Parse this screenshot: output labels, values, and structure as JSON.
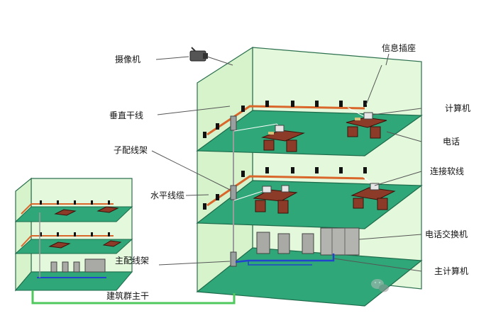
{
  "labels": {
    "camera": "摄像机",
    "info_outlet": "信息插座",
    "vertical_trunk": "垂直干线",
    "computer": "计算机",
    "sub_distribution_frame": "子配线架",
    "telephone": "电话",
    "horizontal_cable": "水平线缆",
    "patch_cord": "连接软线",
    "main_distribution_frame": "主配线架",
    "telephone_switch": "电话交换机",
    "main_computer": "主计算机",
    "campus_backbone": "建筑群主干"
  },
  "colors": {
    "floor_green": "#2fa779",
    "wall_green": "#dff8d6",
    "wall_edge": "#2b6f4e",
    "desk_brown": "#8c3b28",
    "cable_orange": "#d9662a",
    "cable_blue": "#2244cc",
    "backbone_green": "#4fc95d",
    "equipment_gray": "#a9aaa6"
  },
  "icons": {
    "watermark": "wechat-logo-icon"
  }
}
